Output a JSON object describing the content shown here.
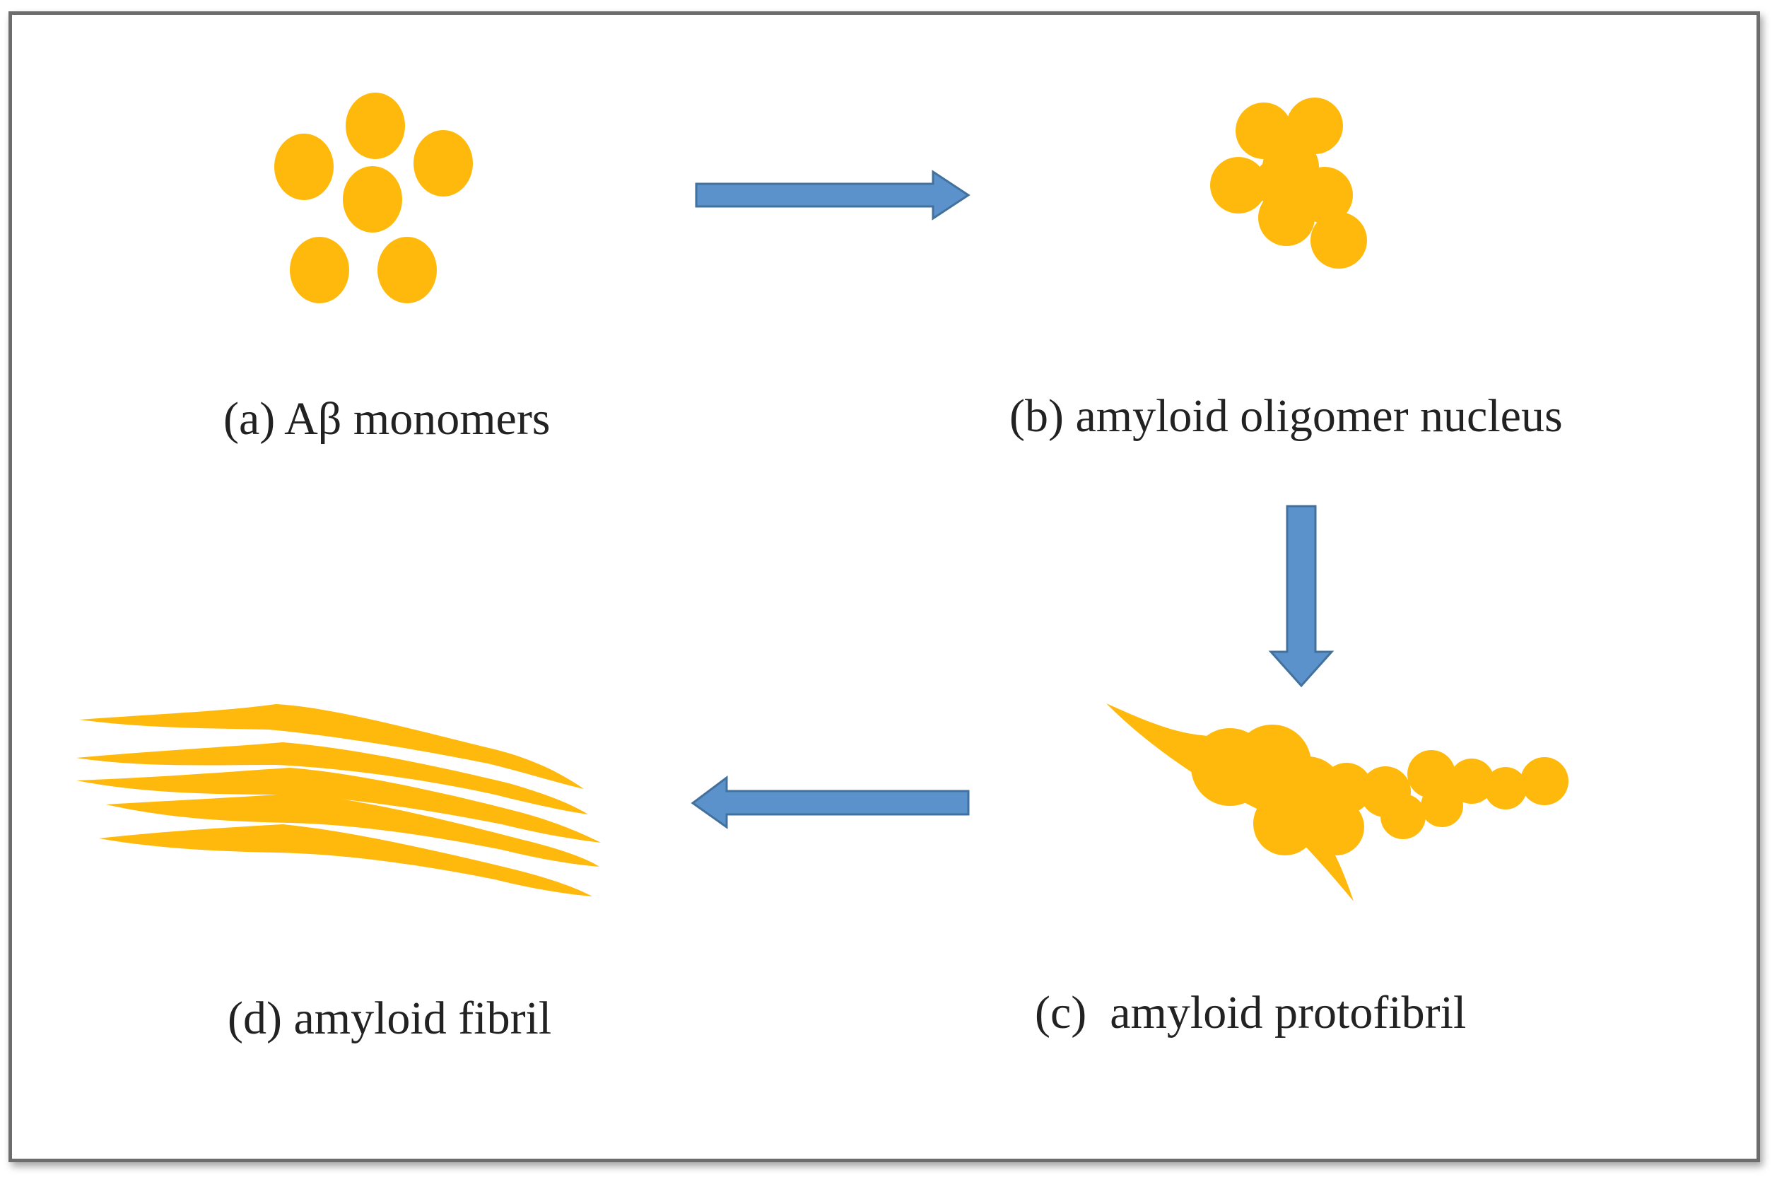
{
  "colors": {
    "particle": "#FFB90C",
    "arrow": "#5B92CB",
    "arrow_stroke": "#41719C",
    "frame": "#6d6d6d",
    "text": "#222222"
  },
  "stages": [
    {
      "label": "(a) Aβ monomers",
      "icon": "monomers-icon"
    },
    {
      "label": "(b) amyloid oligomer nucleus",
      "icon": "oligomer-nucleus-icon"
    },
    {
      "label": "(c)  amyloid protofibril",
      "icon": "protofibril-icon"
    },
    {
      "label": "(d) amyloid fibril",
      "icon": "fibril-icon"
    }
  ],
  "arrows": [
    {
      "from": "a",
      "to": "b",
      "direction": "right"
    },
    {
      "from": "b",
      "to": "c",
      "direction": "down"
    },
    {
      "from": "c",
      "to": "d",
      "direction": "left"
    }
  ]
}
